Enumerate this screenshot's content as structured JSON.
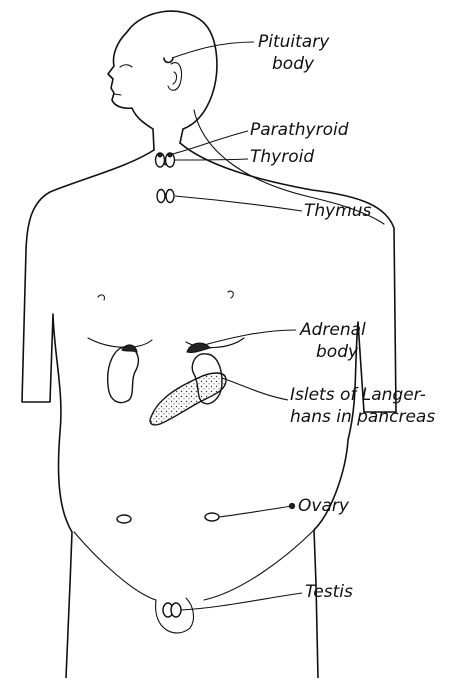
{
  "labels": {
    "pituitary": [
      "Pituitary",
      "body"
    ],
    "parathyroid": "Parathyroid",
    "thyroid": "Thyroid",
    "thymus": "Thymus",
    "adrenal": [
      "Adrenal",
      "body"
    ],
    "islets": [
      "Islets of Langer-",
      "hans in pancreas"
    ],
    "ovary": "Ovary",
    "testis": "Testis"
  }
}
